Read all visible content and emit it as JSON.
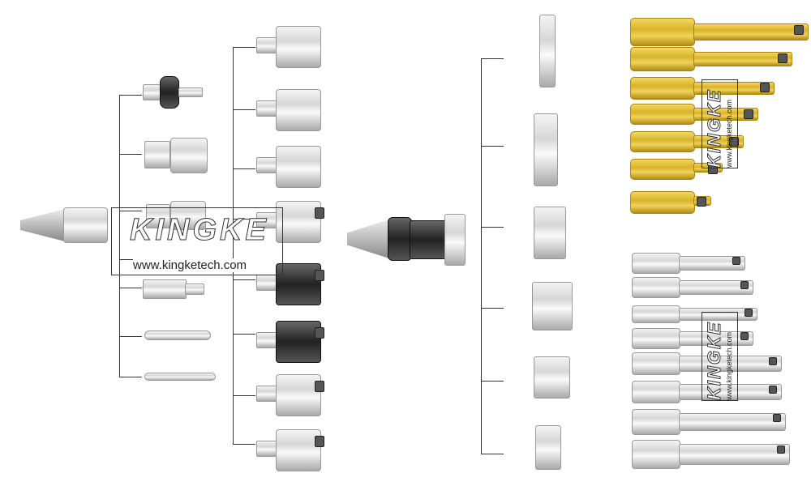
{
  "watermarks": [
    {
      "brand": "KINGKE",
      "url": "www.kingketech.com"
    },
    {
      "brand": "KINGKE",
      "url": "www.kingketech.com"
    },
    {
      "brand": "KINGKE",
      "url": "www.kingketech.com"
    }
  ],
  "colors": {
    "line": "#333333",
    "gold": "#d9b32a",
    "silver": "#d6d6d6"
  }
}
